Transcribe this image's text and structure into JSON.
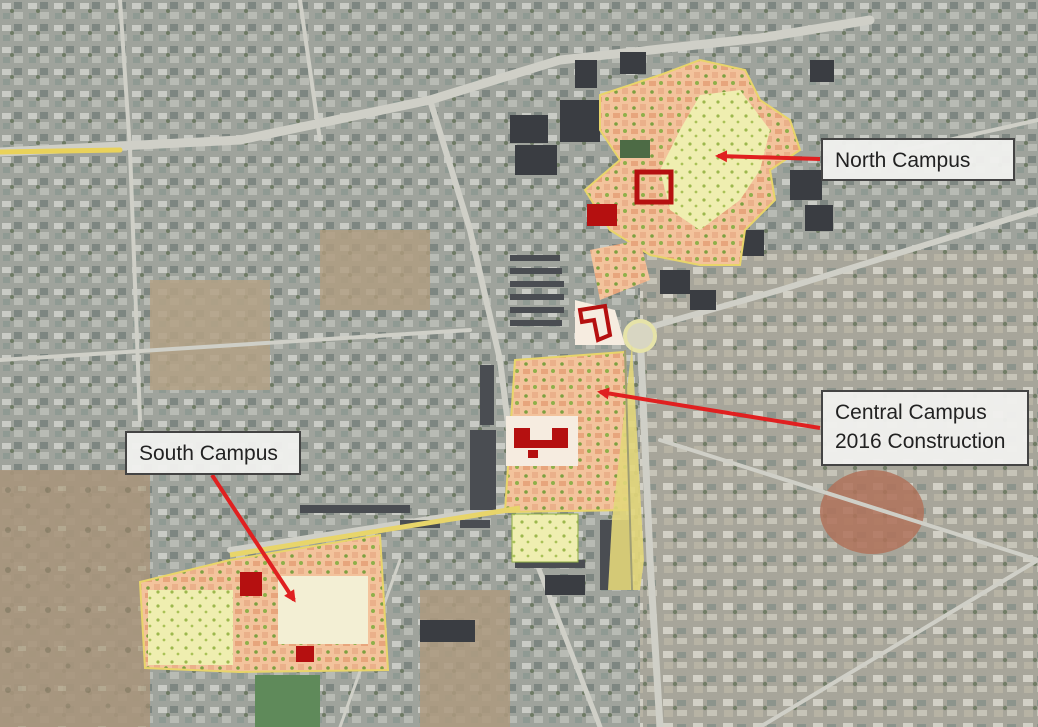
{
  "map": {
    "labels": {
      "north": [
        "North Campus"
      ],
      "central": [
        "Central Campus",
        "2016 Construction"
      ],
      "south": [
        "South Campus"
      ]
    },
    "colors": {
      "arrow": "#e02020",
      "campus_fill": "#f2c29a",
      "campus_green": "#eceba0",
      "building_red": "#b51010",
      "dark_building": "#3a3d42",
      "urban_base": "#9a9d98",
      "road": "#c9c9c2"
    }
  }
}
